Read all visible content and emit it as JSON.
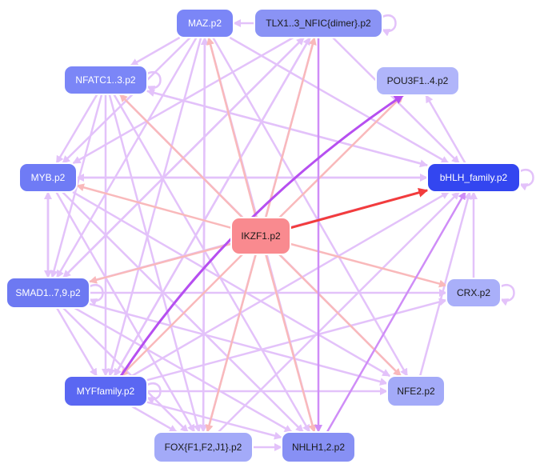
{
  "graph": {
    "nodes": [
      {
        "id": "maz",
        "label": "MAZ.p2",
        "fill": "#7b86f7",
        "text_color": "#ffffff"
      },
      {
        "id": "tlx",
        "label": "TLX1..3_NFIC{dimer}.p2",
        "fill": "#8a93f5",
        "text_color": "#1a1a1a"
      },
      {
        "id": "nfatc",
        "label": "NFATC1..3.p2",
        "fill": "#7b86f7",
        "text_color": "#ffffff"
      },
      {
        "id": "pou3f",
        "label": "POU3F1..4.p2",
        "fill": "#b0b5fa",
        "text_color": "#1a1a1a"
      },
      {
        "id": "myb",
        "label": "MYB.p2",
        "fill": "#6f7bf5",
        "text_color": "#ffffff"
      },
      {
        "id": "bhlh",
        "label": "bHLH_family.p2",
        "fill": "#3346f0",
        "text_color": "#ffffff"
      },
      {
        "id": "ikzf1",
        "label": "IKZF1.p2",
        "fill": "#f98a8f",
        "text_color": "#1a1a1a"
      },
      {
        "id": "smad",
        "label": "SMAD1..7,9.p2",
        "fill": "#6d79f2",
        "text_color": "#ffffff"
      },
      {
        "id": "crx",
        "label": "CRX.p2",
        "fill": "#a9aff9",
        "text_color": "#1a1a1a"
      },
      {
        "id": "myf",
        "label": "MYFfamily.p2",
        "fill": "#5a67f2",
        "text_color": "#ffffff"
      },
      {
        "id": "nfe2",
        "label": "NFE2.p2",
        "fill": "#a3aaf8",
        "text_color": "#1a1a1a"
      },
      {
        "id": "fox",
        "label": "FOX{F1,F2,J1}.p2",
        "fill": "#a3aaf8",
        "text_color": "#1a1a1a"
      },
      {
        "id": "nhlh",
        "label": "NHLH1,2.p2",
        "fill": "#8790f4",
        "text_color": "#1a1a1a"
      }
    ],
    "edges": [
      {
        "from": "ikzf1",
        "to": "bhlh",
        "strength": "strong-red"
      },
      {
        "from": "ikzf1",
        "to": "maz",
        "strength": "red"
      },
      {
        "from": "ikzf1",
        "to": "tlx",
        "strength": "red"
      },
      {
        "from": "ikzf1",
        "to": "nfatc",
        "strength": "red"
      },
      {
        "from": "ikzf1",
        "to": "pou3f",
        "strength": "red"
      },
      {
        "from": "ikzf1",
        "to": "myb",
        "strength": "red"
      },
      {
        "from": "ikzf1",
        "to": "smad",
        "strength": "red"
      },
      {
        "from": "ikzf1",
        "to": "crx",
        "strength": "red"
      },
      {
        "from": "ikzf1",
        "to": "myf",
        "strength": "red"
      },
      {
        "from": "ikzf1",
        "to": "nfe2",
        "strength": "red"
      },
      {
        "from": "ikzf1",
        "to": "fox",
        "strength": "red"
      },
      {
        "from": "ikzf1",
        "to": "nhlh",
        "strength": "red"
      },
      {
        "from": "myf",
        "to": "pou3f",
        "strength": "strong-purple"
      },
      {
        "from": "maz",
        "to": "nfatc",
        "strength": "purple"
      },
      {
        "from": "maz",
        "to": "myb",
        "strength": "purple"
      },
      {
        "from": "maz",
        "to": "smad",
        "strength": "purple"
      },
      {
        "from": "maz",
        "to": "bhlh",
        "strength": "purple"
      },
      {
        "from": "maz",
        "to": "nfe2",
        "strength": "purple"
      },
      {
        "from": "maz",
        "to": "nhlh",
        "strength": "purple"
      },
      {
        "from": "maz",
        "to": "myf",
        "strength": "purple"
      },
      {
        "from": "maz",
        "to": "fox",
        "strength": "purple"
      },
      {
        "from": "tlx",
        "to": "maz",
        "strength": "purple"
      },
      {
        "from": "tlx",
        "to": "myb",
        "strength": "purple"
      },
      {
        "from": "tlx",
        "to": "smad",
        "strength": "purple"
      },
      {
        "from": "tlx",
        "to": "nhlh",
        "strength": "medium-purple"
      },
      {
        "from": "tlx",
        "to": "bhlh",
        "strength": "purple"
      },
      {
        "from": "tlx",
        "to": "myf",
        "strength": "purple"
      },
      {
        "from": "tlx",
        "to": "fox",
        "strength": "purple"
      },
      {
        "from": "nfatc",
        "to": "myb",
        "strength": "purple"
      },
      {
        "from": "nfatc",
        "to": "bhlh",
        "strength": "purple"
      },
      {
        "from": "nfatc",
        "to": "nhlh",
        "strength": "purple"
      },
      {
        "from": "nfatc",
        "to": "smad",
        "strength": "purple"
      },
      {
        "from": "nfatc",
        "to": "myf",
        "strength": "purple"
      },
      {
        "from": "nfatc",
        "to": "fox",
        "strength": "purple"
      },
      {
        "from": "nfatc",
        "to": "nfe2",
        "strength": "purple"
      },
      {
        "from": "myb",
        "to": "bhlh",
        "strength": "purple"
      },
      {
        "from": "myb",
        "to": "smad",
        "strength": "purple"
      },
      {
        "from": "myb",
        "to": "nfe2",
        "strength": "purple"
      },
      {
        "from": "myb",
        "to": "nhlh",
        "strength": "purple"
      },
      {
        "from": "myb",
        "to": "fox",
        "strength": "purple"
      },
      {
        "from": "smad",
        "to": "myb",
        "strength": "purple"
      },
      {
        "from": "smad",
        "to": "bhlh",
        "strength": "purple"
      },
      {
        "from": "smad",
        "to": "nfe2",
        "strength": "purple"
      },
      {
        "from": "smad",
        "to": "nhlh",
        "strength": "purple"
      },
      {
        "from": "smad",
        "to": "crx",
        "strength": "purple"
      },
      {
        "from": "smad",
        "to": "fox",
        "strength": "purple"
      },
      {
        "from": "smad",
        "to": "myf",
        "strength": "purple"
      },
      {
        "from": "smad",
        "to": "tlx",
        "strength": "purple"
      },
      {
        "from": "myf",
        "to": "bhlh",
        "strength": "purple"
      },
      {
        "from": "myf",
        "to": "nhlh",
        "strength": "purple"
      },
      {
        "from": "myf",
        "to": "nfe2",
        "strength": "purple"
      },
      {
        "from": "myf",
        "to": "fox",
        "strength": "purple"
      },
      {
        "from": "myf",
        "to": "crx",
        "strength": "purple"
      },
      {
        "from": "myf",
        "to": "tlx",
        "strength": "purple"
      },
      {
        "from": "fox",
        "to": "bhlh",
        "strength": "purple"
      },
      {
        "from": "fox",
        "to": "nhlh",
        "strength": "purple"
      },
      {
        "from": "fox",
        "to": "maz",
        "strength": "purple"
      },
      {
        "from": "nhlh",
        "to": "bhlh",
        "strength": "medium-purple"
      },
      {
        "from": "nfe2",
        "to": "bhlh",
        "strength": "purple"
      },
      {
        "from": "crx",
        "to": "bhlh",
        "strength": "purple"
      },
      {
        "from": "bhlh",
        "to": "pou3f",
        "strength": "purple"
      },
      {
        "from": "bhlh",
        "to": "nfatc",
        "strength": "purple"
      },
      {
        "from": "bhlh",
        "to": "myb",
        "strength": "purple"
      },
      {
        "from": "tlx",
        "to": "tlx",
        "strength": "purple"
      },
      {
        "from": "nfatc",
        "to": "nfatc",
        "strength": "purple"
      },
      {
        "from": "bhlh",
        "to": "bhlh",
        "strength": "purple"
      },
      {
        "from": "crx",
        "to": "crx",
        "strength": "purple"
      },
      {
        "from": "myf",
        "to": "myf",
        "strength": "purple"
      },
      {
        "from": "smad",
        "to": "smad",
        "strength": "purple"
      }
    ],
    "edge_colors": {
      "strong-red": "#f23c3c",
      "red": "#f9b9bb",
      "strong-purple": "#b64ff0",
      "medium-purple": "#cf8df7",
      "purple": "#e3c2fa"
    }
  }
}
